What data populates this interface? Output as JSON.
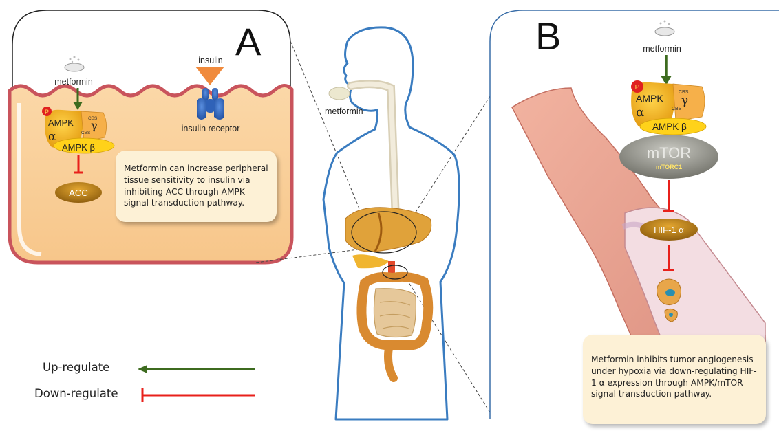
{
  "panel_a": {
    "letter": "A",
    "drug_label": "metformin",
    "insulin_label": "insulin",
    "receptor_label": "insulin receptor",
    "ampk": {
      "top": "AMPK",
      "alpha": "α",
      "beta": "AMPK β",
      "gamma": "γ",
      "cbs": "CBS",
      "p": "P"
    },
    "acc_label": "ACC",
    "note": "Metformin can increase peripheral tissue sensitivity to insulin via inhibiting ACC through AMPK signal transduction pathway."
  },
  "center": {
    "drug_label": "metformin"
  },
  "panel_b": {
    "letter": "B",
    "drug_label": "metformin",
    "ampk": {
      "top": "AMPK",
      "alpha": "α",
      "beta": "AMPK β",
      "gamma": "γ",
      "cbs": "CBS",
      "p": "P"
    },
    "mtor_label": "mTOR",
    "mtorc1_label": "mTORC1",
    "hif_label": "HIF-1 α",
    "note": "Metformin inhibits tumor angiogenesis under hypoxia via down-regulating HIF-1 α expression through AMPK/mTOR signal transduction pathway."
  },
  "legend": {
    "up": "Up-regulate",
    "down": "Down-regulate"
  },
  "colors": {
    "up_arrow": "#3d6b1f",
    "down_arrow": "#e8201b",
    "body_outline": "#3a7cc0",
    "note_bg": "#fdf1d6"
  }
}
